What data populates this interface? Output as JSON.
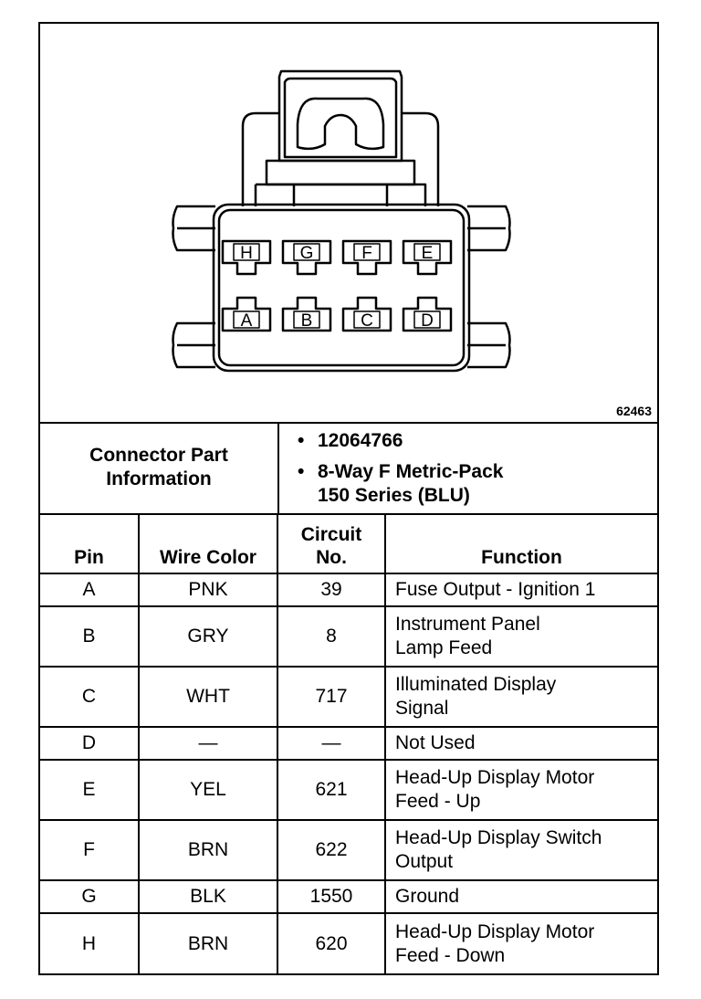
{
  "diagram": {
    "figure_number": "62463",
    "cavity_labels": [
      "H",
      "G",
      "F",
      "E",
      "A",
      "B",
      "C",
      "D"
    ]
  },
  "connector_info": {
    "label_line1": "Connector Part",
    "label_line2": "Information",
    "part_number": "12064766",
    "description_line1": "8-Way F Metric-Pack",
    "description_line2": "150 Series (BLU)",
    "bullet_glyph": "•"
  },
  "table": {
    "headers": {
      "pin": "Pin",
      "wire_color": "Wire Color",
      "circuit_line1": "Circuit",
      "circuit_line2": "No.",
      "function": "Function"
    },
    "rows": [
      {
        "pin": "A",
        "wire": "PNK",
        "circuit": "39",
        "func1": "Fuse Output - Ignition 1",
        "func2": ""
      },
      {
        "pin": "B",
        "wire": "GRY",
        "circuit": "8",
        "func1": "Instrument Panel",
        "func2": "Lamp Feed"
      },
      {
        "pin": "C",
        "wire": "WHT",
        "circuit": "717",
        "func1": "Illuminated Display",
        "func2": "Signal"
      },
      {
        "pin": "D",
        "wire": "—",
        "circuit": "—",
        "func1": "Not Used",
        "func2": ""
      },
      {
        "pin": "E",
        "wire": "YEL",
        "circuit": "621",
        "func1": "Head-Up Display Motor",
        "func2": "Feed - Up"
      },
      {
        "pin": "F",
        "wire": "BRN",
        "circuit": "622",
        "func1": "Head-Up Display Switch",
        "func2": "Output"
      },
      {
        "pin": "G",
        "wire": "BLK",
        "circuit": "1550",
        "func1": "Ground",
        "func2": ""
      },
      {
        "pin": "H",
        "wire": "BRN",
        "circuit": "620",
        "func1": "Head-Up Display Motor",
        "func2": "Feed - Down"
      }
    ]
  }
}
